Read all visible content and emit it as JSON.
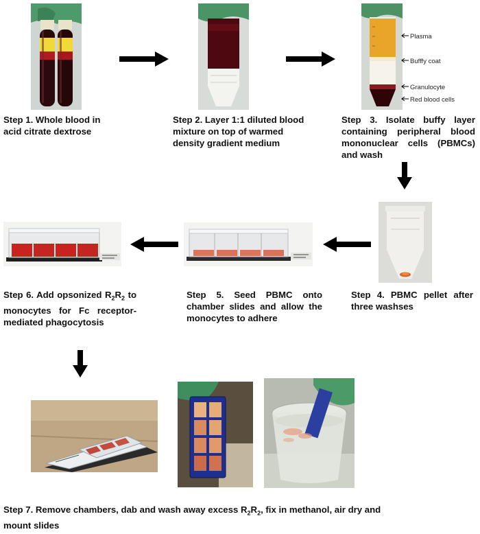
{
  "steps": {
    "s1": "Step 1. Whole blood in acid citrate dextrose",
    "s2": "Step 2. Layer 1:1 diluted blood mixture on top of warmed density gradient medium",
    "s3": "Step 3. Isolate buffy layer containing peripheral blood mononuclear cells (PBMCs) and wash",
    "s4": "Step 4. PBMC pellet after three washses",
    "s5": "Step 5. Seed PBMC onto chamber slides and allow the monocytes to adhere",
    "s6_pre": "Step 6. Add opsonized",
    "s6_post": "to monocytes for Fc receptor-mediated phagocytosis",
    "s7_pre": "Step 7. Remove chambers, dab and wash away excess",
    "s7_post": ", fix in methanol, air dry and mount slides",
    "r2r2": {
      "r": "R",
      "sub": "2"
    }
  },
  "layers": {
    "plasma": "Plasma",
    "buffy": "Bufffy coat",
    "granulocyte": "Granulocyte",
    "rbc": "Red blood cells"
  },
  "colors": {
    "arrow": "#000000",
    "blood": "#5a0a10",
    "plasma": "#e8a52a",
    "glove": "#3f8f5e"
  }
}
